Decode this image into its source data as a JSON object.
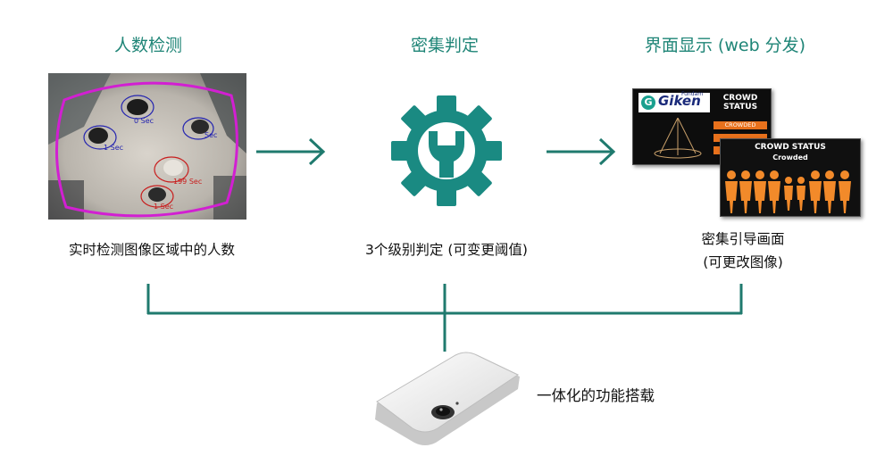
{
  "steps": [
    {
      "title": "人数检测",
      "caption": "实时检测图像区域中的人数"
    },
    {
      "title": "密集判定",
      "caption": "3个级别判定 (可变更阈值)"
    },
    {
      "title": "界面显示 (web 分发)",
      "caption_line1": "密集引导画面",
      "caption_line2": "(可更改图像)"
    }
  ],
  "camera_view": {
    "labels": [
      "0 Sec",
      "1 Sec",
      "Sec",
      "199 Sec",
      "1 Sec"
    ]
  },
  "screens": {
    "logo_main": "Giken",
    "logo_sub": "Fundam",
    "status_title_1": "CROWD STATUS",
    "status_button_1": "CROWDED",
    "status_title_2": "CROWD STATUS",
    "status_value_2": "Crowded"
  },
  "device_caption": "一体化的功能搭载",
  "colors": {
    "accent": "#1f8577",
    "gear": "#1a8a82",
    "line": "#1f7a6e",
    "alert": "#e8711c"
  },
  "icons": [
    "arrow-right-icon",
    "gear-wrench-icon"
  ]
}
